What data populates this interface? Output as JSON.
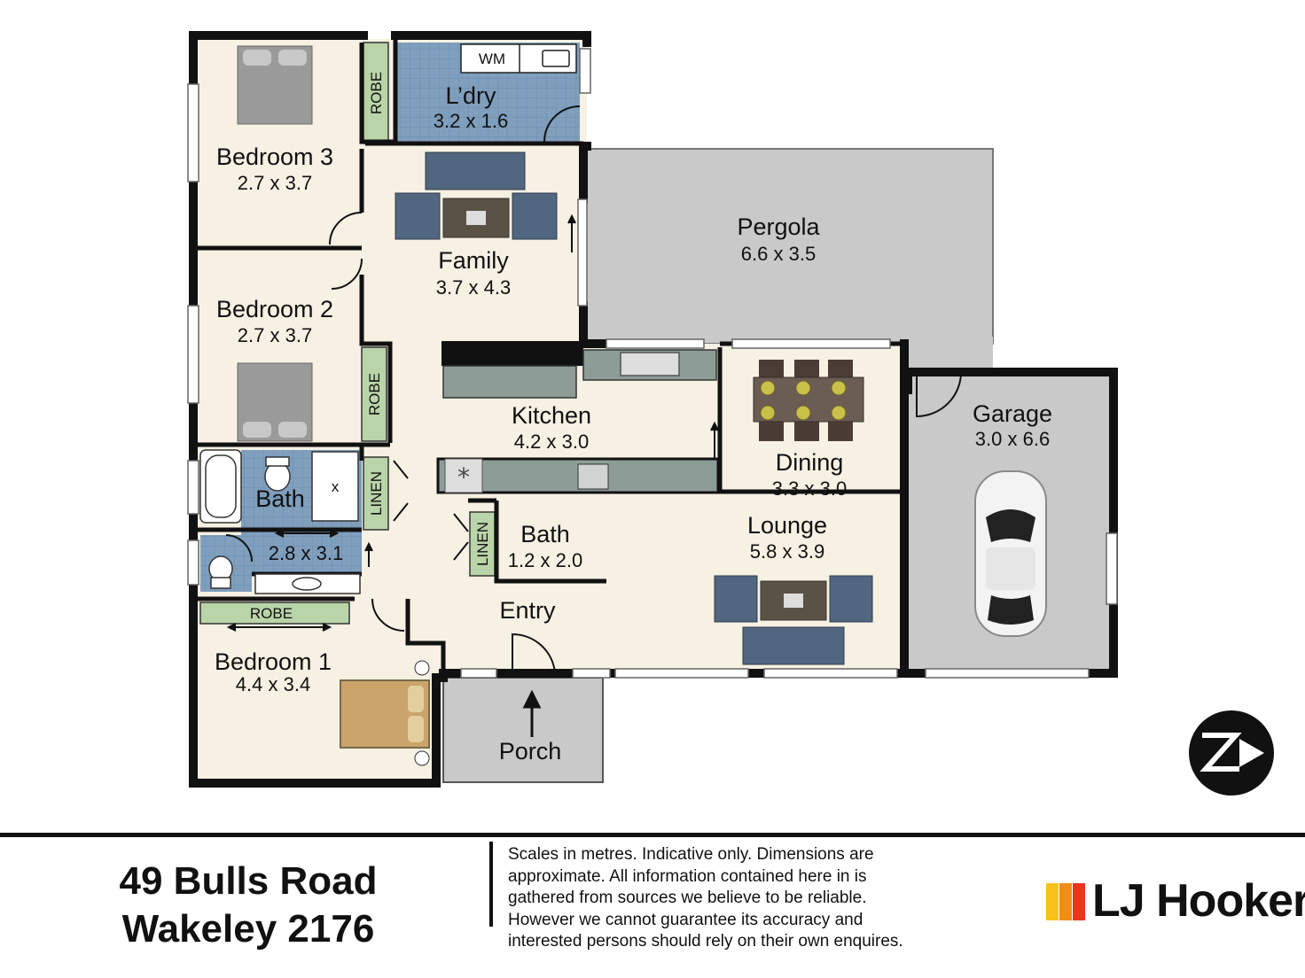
{
  "rooms": {
    "bedroom3": {
      "name": "Bedroom 3",
      "dim": "2.7 x 3.7"
    },
    "laundry": {
      "name": "L’dry",
      "dim": "3.2 x 1.6"
    },
    "family": {
      "name": "Family",
      "dim": "3.7 x 4.3"
    },
    "pergola": {
      "name": "Pergola",
      "dim": "6.6 x 3.5"
    },
    "bedroom2": {
      "name": "Bedroom 2",
      "dim": "2.7 x 3.7"
    },
    "kitchen": {
      "name": "Kitchen",
      "dim": "4.2 x 3.0"
    },
    "dining": {
      "name": "Dining",
      "dim": "3.3 x 3.0"
    },
    "garage": {
      "name": "Garage",
      "dim": "3.0 x 6.6"
    },
    "bath_main": {
      "name": "Bath",
      "dim": "2.8 x 3.1"
    },
    "bath_small": {
      "name": "Bath",
      "dim": "1.2 x 2.0"
    },
    "lounge": {
      "name": "Lounge",
      "dim": "5.8 x 3.9"
    },
    "entry": {
      "name": "Entry"
    },
    "bedroom1": {
      "name": "Bedroom 1",
      "dim": "4.4 x 3.4"
    },
    "porch": {
      "name": "Porch"
    }
  },
  "labels": {
    "robe": "ROBE",
    "linen": "LINEN",
    "wm": "WM",
    "shower_mark": "x"
  },
  "footer": {
    "address_line1": "49 Bulls Road",
    "address_line2": "Wakeley 2176",
    "disclaimer_lines": [
      "Scales in metres. Indicative only. Dimensions are",
      "approximate. All information contained here in is",
      "gathered from sources we believe to be reliable.",
      "However we cannot guarantee its accuracy and",
      "interested persons should rely on their own enquires."
    ],
    "brand": "LJ Hooker"
  },
  "icons": {
    "compass": "north-arrow-icon",
    "car": "car-icon",
    "logo": "lj-hooker-logo-icon"
  },
  "colors": {
    "room_floor": "#f7f1e3",
    "wet_area": "#7f9fbd",
    "outdoor": "#c9c9c9",
    "robe": "#b9d4a8",
    "wall": "#111111",
    "sofa": "#51667f",
    "brand_yellow": "#f9c21a",
    "brand_orange": "#f28c18",
    "brand_red": "#e8361f"
  }
}
